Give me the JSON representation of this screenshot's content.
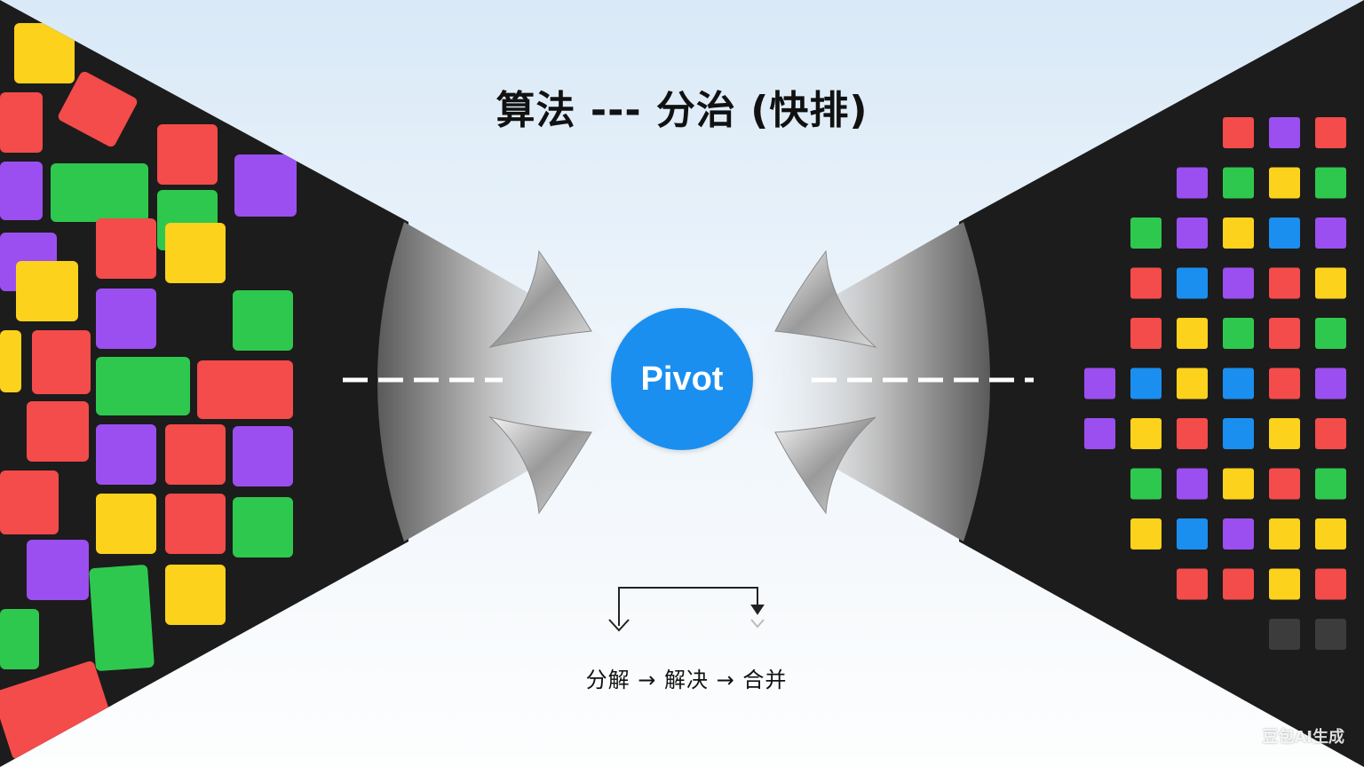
{
  "title": "算法 --- 分治 (快排)",
  "pivot_label": "Pivot",
  "steps_caption": "分解 → 解决 → 合并",
  "watermark": "豆包AI生成",
  "colors": {
    "red": "#f44b4b",
    "purple": "#9b4ff0",
    "green": "#2fc84e",
    "yellow": "#fcd21c",
    "blue": "#1a8ff0",
    "gray": "#3c3c3c",
    "panel": "#1c1c1c"
  },
  "left_blocks": [
    {
      "color": "yellow"
    },
    {
      "color": "red"
    },
    {
      "color": "red"
    },
    {
      "color": "red"
    },
    {
      "color": "purple"
    },
    {
      "color": "green"
    },
    {
      "color": "purple"
    },
    {
      "color": "green"
    },
    {
      "color": "red"
    },
    {
      "color": "yellow"
    },
    {
      "color": "purple"
    },
    {
      "color": "yellow"
    },
    {
      "color": "purple"
    },
    {
      "color": "green"
    },
    {
      "color": "yellow"
    },
    {
      "color": "red"
    },
    {
      "color": "green"
    },
    {
      "color": "red"
    },
    {
      "color": "red"
    },
    {
      "color": "purple"
    },
    {
      "color": "red"
    },
    {
      "color": "purple"
    },
    {
      "color": "red"
    },
    {
      "color": "yellow"
    },
    {
      "color": "red"
    },
    {
      "color": "green"
    },
    {
      "color": "purple"
    },
    {
      "color": "green"
    },
    {
      "color": "yellow"
    },
    {
      "color": "green"
    },
    {
      "color": "red"
    }
  ],
  "right_grid": [
    [
      "",
      "",
      "",
      "red",
      "purple",
      "red"
    ],
    [
      "",
      "",
      "purple",
      "green",
      "yellow",
      "green"
    ],
    [
      "",
      "green",
      "purple",
      "yellow",
      "blue",
      "purple"
    ],
    [
      "",
      "red",
      "blue",
      "purple",
      "red",
      "yellow"
    ],
    [
      "",
      "red",
      "yellow",
      "green",
      "red",
      "green"
    ],
    [
      "purple",
      "blue",
      "yellow",
      "blue",
      "red",
      "purple"
    ],
    [
      "purple",
      "yellow",
      "red",
      "blue",
      "yellow",
      "red"
    ],
    [
      "",
      "green",
      "purple",
      "yellow",
      "red",
      "green"
    ],
    [
      "",
      "yellow",
      "blue",
      "purple",
      "yellow",
      "yellow"
    ],
    [
      "",
      "",
      "red",
      "red",
      "yellow",
      "red"
    ],
    [
      "",
      "",
      "",
      "",
      "gray",
      "gray"
    ]
  ]
}
